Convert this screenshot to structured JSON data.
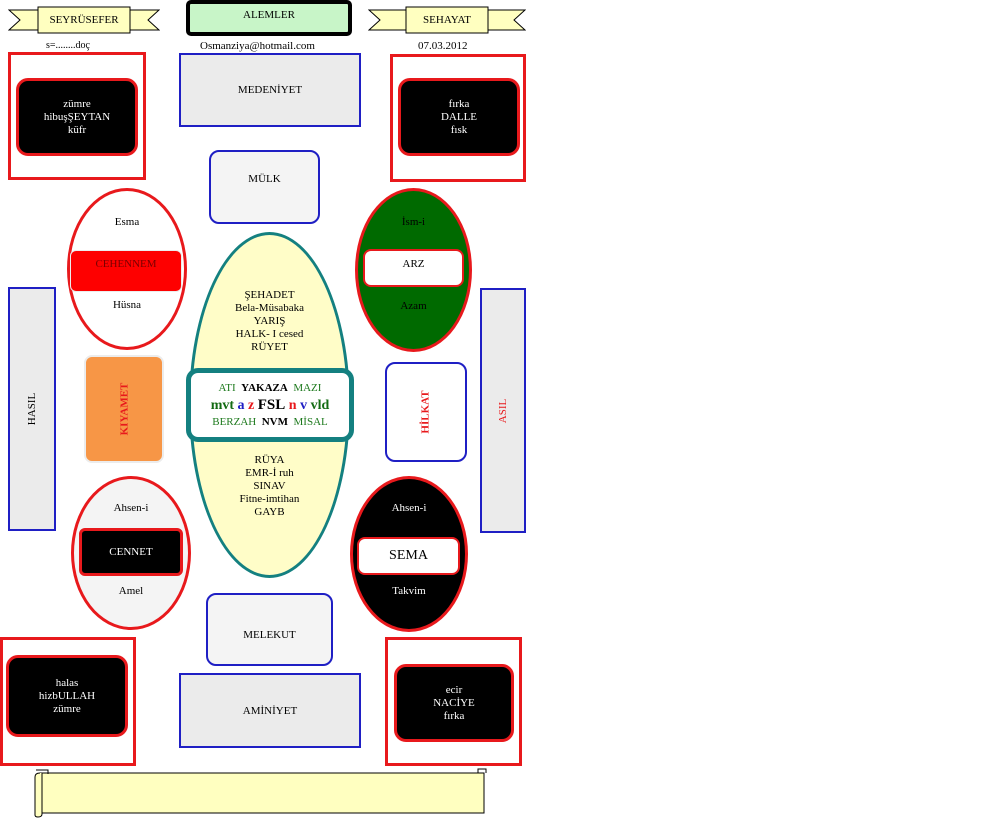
{
  "header": {
    "left_ribbon": "SEYRÜSEFER",
    "center_title": "ALEMLER",
    "right_ribbon": "SEHAYAT",
    "left_note": "s=........doç",
    "email": "Osmanziya@hotmail.com",
    "date": "07.03.2012"
  },
  "corners": {
    "top_left": [
      "zümre",
      "hibuşŞEYTAN",
      "küfr"
    ],
    "top_right": [
      "fırka",
      "DALLE",
      "fısk"
    ],
    "bottom_left": [
      "halas",
      "hizbULLAH",
      "zümre"
    ],
    "bottom_right": [
      "ecir",
      "NACİYE",
      "fırka"
    ]
  },
  "boxes": {
    "medeniyet": "MEDENİYET",
    "mulk": "MÜLK",
    "melekut": "MELEKUT",
    "aminiyet": "AMİNİYET",
    "hasil": "HASIL",
    "asil": "ASIL",
    "kiyamet": "KIYAMET",
    "hilkat": "HİLKAT"
  },
  "ellipses": {
    "cehennem": {
      "top": "Esma",
      "middle": "CEHENNEM",
      "bottom": "Hüsna"
    },
    "arz": {
      "top": "İsm-i",
      "middle": "ARZ",
      "bottom": "Azam"
    },
    "cennet": {
      "top": "Ahsen-i",
      "middle": "CENNET",
      "bottom": "Amel"
    },
    "sema": {
      "top": "Ahsen-i",
      "middle": "SEMA",
      "bottom": "Takvim"
    }
  },
  "center_ellipse": {
    "upper_lines": [
      "ŞEHADET",
      "Bela-Müsabaka",
      "YARIŞ",
      "HALK- I cesed",
      "RÜYET"
    ],
    "lower_lines": [
      "RÜYA",
      "EMR-İ ruh",
      "SINAV",
      "Fitne-imtihan",
      "GAYB"
    ],
    "inner_box": {
      "row1": {
        "ati": "ATI",
        "yakaza": "YAKAZA",
        "mazi": "MAZI"
      },
      "row2": {
        "mvt": "mvt",
        "a": "a",
        "z": "z",
        "fsl": "FSL",
        "n": "n",
        "v": "v",
        "vld": "vld"
      },
      "row3": {
        "berzah": "BERZAH",
        "nvm": "NVM",
        "misal": "MİSAL"
      }
    }
  },
  "colors": {
    "red": "#e8191c",
    "blue": "#1f1fc4",
    "teal": "#148080",
    "green": "#006a00",
    "cehennem_red": "#fe0000",
    "kiyamet_orange": "#f79646",
    "yellow_ellipse": "#fffdc8",
    "ribbon_yellow": "#ffffc0",
    "alemler_green": "#c8f5c8"
  }
}
